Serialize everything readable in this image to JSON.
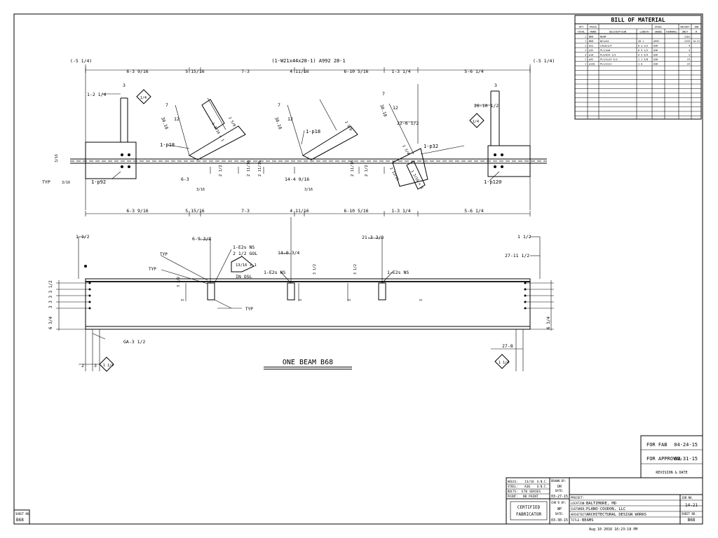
{
  "bom": {
    "title": "BILL OF MATERIAL",
    "head1": [
      "QTY",
      "PIECE",
      "",
      "",
      "STEEL",
      "",
      "WEIGHT",
      "JOB"
    ],
    "head2": [
      "TOTAL",
      "MARK",
      "DESCRIPTION",
      "LENGTH",
      "GRADE",
      "REMARKS",
      "UNIT",
      "#"
    ],
    "rows": [
      [
        "1",
        "B68",
        "BEAM",
        "",
        "",
        "",
        "1101",
        ""
      ],
      [
        "1",
        "B68",
        "W21x44",
        "28  1",
        "A992",
        "",
        "1233",
        "14-21"
      ],
      [
        "1",
        "E2s",
        "L4x3x1/4",
        "0  3 1/2",
        "A36",
        "",
        "4",
        ""
      ],
      [
        "1",
        "p32",
        "PL1/4x6",
        "0  9 1/2",
        "A36",
        "",
        "4",
        ""
      ],
      [
        "3",
        "p18",
        "PL3/8x4 1/2",
        "0  5 3/4",
        "A36",
        "",
        "3",
        ""
      ],
      [
        "1",
        "p92",
        "PL1/2x13 3/4",
        "1  1 3/8",
        "A36",
        "",
        "23",
        ""
      ],
      [
        "1",
        "p120",
        "PL1/2x11",
        "1  0",
        "A36",
        "",
        "24",
        ""
      ]
    ]
  },
  "top_view": {
    "member_note": "(1-W21x44x28-1)  A992  28-1",
    "end_left": "(-5 1/4)",
    "end_right": "(-5 1/4)",
    "dims_top": [
      "6-3 9/16",
      "5 15/16",
      "7-3",
      "4 11/16",
      "6-10 5/16",
      "1-3 1/4",
      "5-6 1/4"
    ],
    "dims_bottom": [
      "6-3 9/16",
      "5 15/16",
      "7-3",
      "4 11/16",
      "6-10 5/16",
      "1-3 1/4",
      "5-6 1/4"
    ],
    "labels": {
      "p92": "1-p92",
      "p120": "1-p120",
      "p18a": "1-p18",
      "p18b": "1-p18",
      "p32": "1-p32",
      "left_edge": "1-2 1/4",
      "right_edge": "26-10 1/2",
      "right_mid": "22-6 1/2",
      "six_three": "6-3",
      "fourteen": "14-4 9/16",
      "typ": "TYP",
      "weld_3_16": "3/16",
      "weld_1_4": "1/4",
      "angle_7": "7",
      "angle_12": "12",
      "angle_30": "30.18",
      "three": "3",
      "dim_2_1_2": "2 1/2",
      "dim_2_11_16": "2 11/16",
      "dim_3_16": "3/16",
      "tag_1": "1 3/16 x 1",
      "tag_2": "2 5/8",
      "tag_3": "2 3/4",
      "tag_4": "2 13/16"
    }
  },
  "front_view": {
    "labels": {
      "left_gage": "1 1/2",
      "right_gage": "1 1/2",
      "d1": "6-9 3/8",
      "d2": "14-0 3/4",
      "d3": "21-3 3/8",
      "d4": "27-11 1/2",
      "e2s1": "1-E2s NS",
      "gol": "2 1/2 GOL",
      "tag": "13/16 x 1",
      "in_osl": "IN OSL",
      "e2s2": "1-E2s NS",
      "e2s3": "1-E2s NS",
      "typ": "TYP",
      "left_holes": "3 3 3 3 1/2",
      "left_bot": "6 3/4",
      "right_bot": "6 3/4",
      "ga": "GA-3 1/2",
      "b1": "2",
      "b2": "3",
      "b3": "27-8",
      "weld": "1 1/4",
      "three_half": "3 1/2",
      "three": "3"
    },
    "title": "ONE BEAM B68"
  },
  "revisions": [
    {
      "label": "FOR FAB",
      "date": "04-24-15"
    },
    {
      "label": "FOR APPROVAL",
      "date": "03-31-15"
    }
  ],
  "revision_header": "REVISION & DATE",
  "title_block": {
    "holes_label": "HOLES:",
    "holes_val": "13/16",
    "holes_unc": "U.N.C.",
    "steel_label": "STEEL:",
    "steel_val": "A36",
    "steel_unc": "U.N.C.",
    "bolts_label": "BOLTS:",
    "bolts_val": "E70 SERIES",
    "paint_label": "PAINT:",
    "paint_val": "NO PAINT",
    "drawn_label": "DRAWN BY:",
    "drawn_val": "DR",
    "date1_label": "DATE:",
    "date1_val": "03-27-15",
    "chkd_label": "CHK'D BY:",
    "chkd_val": "WP",
    "date2_label": "DATE:",
    "date2_val": "03-30-15",
    "certified_1": "CERTIFIED",
    "certified_2": "FABRICATOR",
    "project_label": "PROJECT:",
    "location_label": "LOCATION:",
    "location_val": "BALTIMORE, MD",
    "customer_label": "CUSTOMER:",
    "customer_val": "PLANO-COUDON, LLC",
    "architect_label": "ARCHITECT:",
    "architect_val": "ARCHITECTURAL DESIGN WORKS",
    "title_label": "TITLE:",
    "title_val": "BEAMS",
    "job_label": "JOB NO.",
    "job_val": "14-21",
    "sheet_label": "SHEET NO.",
    "sheet_val": "B68"
  },
  "left_sheet": {
    "label": "SHEET NO.",
    "value": "B68"
  },
  "plot_stamp": "Aug 10 2016     16:23:18 PM"
}
